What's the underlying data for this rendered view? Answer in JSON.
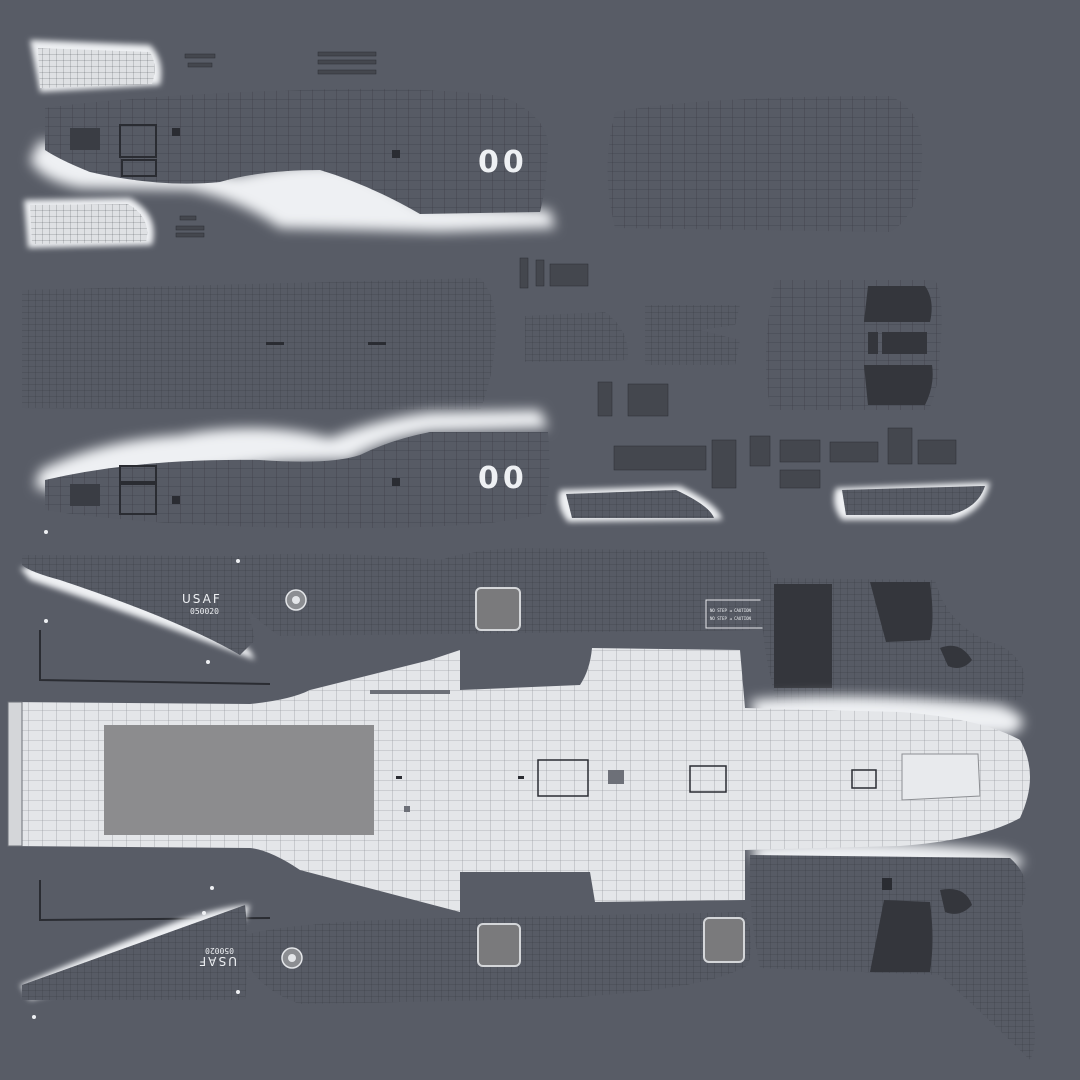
{
  "colors": {
    "background": "#585c66",
    "hull_dark": "#575b65",
    "hull_light": "#e4e6e9",
    "wire": "#2a2c32",
    "glow": "#eef0f3",
    "panel_dark": "#34363c",
    "panel_mid": "#8c8c8e"
  },
  "markings": {
    "tail_number_top": "00",
    "tail_number_mid": "00",
    "usaf_left": "USAF",
    "serial_left": "050020",
    "usaf_right": "USAF",
    "serial_right": "050020",
    "stencil_line_1": "NO STEP  ◄ CAUTION",
    "stencil_line_2": "NO STEP  ◄ CAUTION"
  }
}
